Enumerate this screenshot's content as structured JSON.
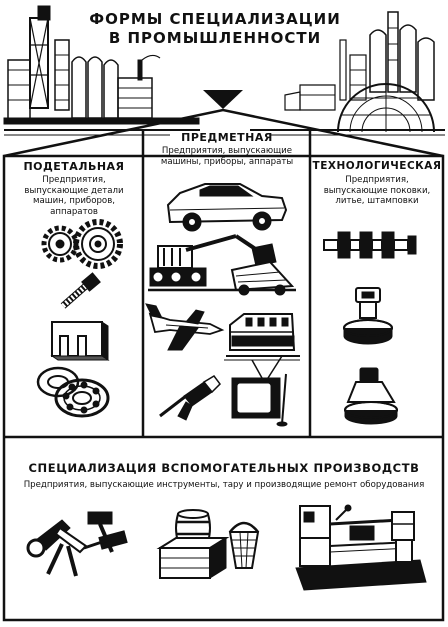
{
  "title": {
    "line1": "ФОРМЫ СПЕЦИАЛИЗАЦИИ",
    "line2": "В ПРОМЫШЛЕННОСТИ"
  },
  "sections": {
    "podetal": {
      "heading": "ПОДЕТАЛЬНАЯ",
      "desc": [
        "Предприятия,",
        "выпускающие детали",
        "машин, приборов,",
        "аппаратов"
      ]
    },
    "predmet": {
      "heading": "ПРЕДМЕТНАЯ",
      "desc": [
        "Предприятия, выпускающие",
        "машины, приборы, аппараты"
      ]
    },
    "tehnolog": {
      "heading": "ТЕХНОЛОГИЧЕСКАЯ",
      "desc": [
        "Предприятия,",
        "выпускающие поковки,",
        "литье, штамповки"
      ]
    },
    "auxiliary": {
      "heading": "СПЕЦИАЛИЗАЦИЯ ВСПОМОГАТЕЛЬНЫХ ПРОИЗВОДСТВ",
      "desc": "Предприятия, выпускающие инструменты, тару и производящие ремонт оборудования"
    }
  },
  "icons": [
    "factory-left-icon",
    "factory-right-icon",
    "gears-icon",
    "bolt-icon",
    "stamped-part-icon",
    "bearing-icon",
    "car-icon",
    "excavator-icon",
    "airplane-icon",
    "locomotive-icon",
    "drill-icon",
    "television-icon",
    "crankshaft-icon",
    "forging-punch-icon",
    "casting-icon",
    "tools-icon",
    "barrel-crate-icon",
    "basket-icon",
    "lathe-icon"
  ],
  "colors": {
    "ink": "#111111",
    "paper": "#ffffff"
  }
}
